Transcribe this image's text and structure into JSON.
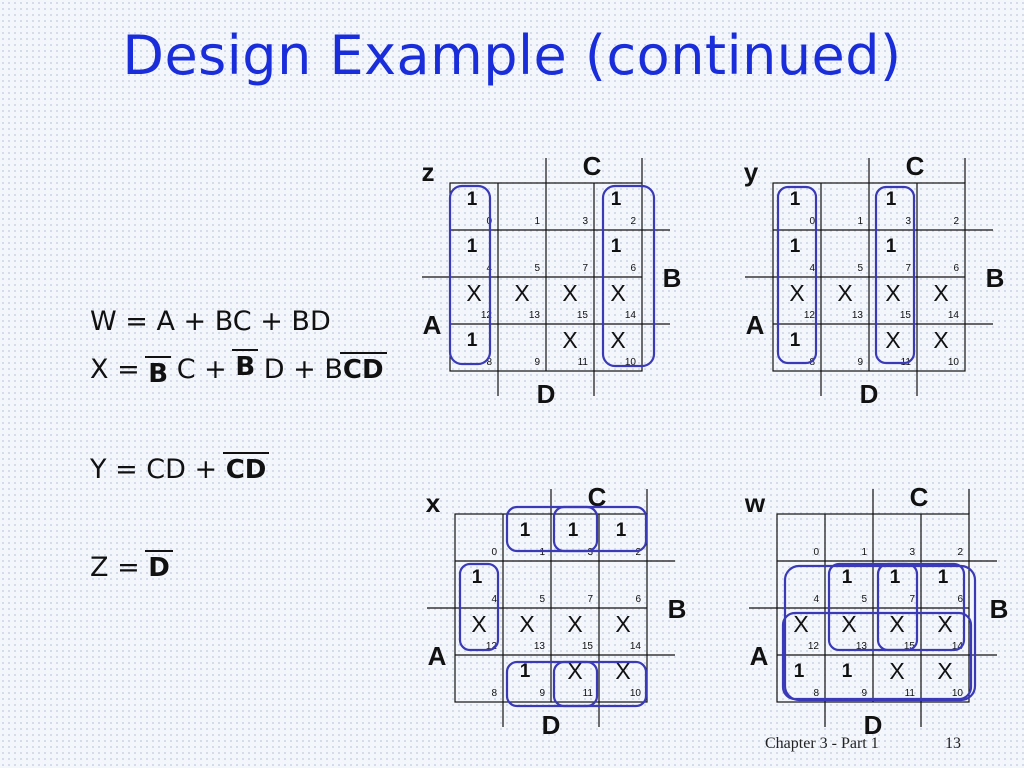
{
  "slide": {
    "title": "Design Example (continued)",
    "footer_chapter": "Chapter 3 - Part 1",
    "footer_page": "13"
  },
  "equations": {
    "w": "W = A + BC + BD",
    "x_prefix": "X = ",
    "x_b1": "B",
    "x_mid1": " C + ",
    "x_b2": "B",
    "x_mid2": " D + B",
    "x_cd": "CD",
    "y_prefix": "Y = CD + ",
    "y_cd": "CD",
    "z_prefix": "Z = ",
    "z_d": "D"
  },
  "kmap_labels": {
    "c": "C",
    "b": "B",
    "a": "A",
    "d": "D"
  },
  "kmaps": [
    {
      "name": "z",
      "cells": [
        {
          "m": 0,
          "v": "1"
        },
        {
          "m": 1,
          "v": ""
        },
        {
          "m": 3,
          "v": ""
        },
        {
          "m": 2,
          "v": "1"
        },
        {
          "m": 4,
          "v": "1"
        },
        {
          "m": 5,
          "v": ""
        },
        {
          "m": 7,
          "v": ""
        },
        {
          "m": 6,
          "v": "1"
        },
        {
          "m": 12,
          "v": "X"
        },
        {
          "m": 13,
          "v": "X"
        },
        {
          "m": 15,
          "v": "X"
        },
        {
          "m": 14,
          "v": "X"
        },
        {
          "m": 8,
          "v": "1"
        },
        {
          "m": 9,
          "v": ""
        },
        {
          "m": 11,
          "v": "X"
        },
        {
          "m": 10,
          "v": "X"
        }
      ]
    },
    {
      "name": "y",
      "cells": [
        {
          "m": 0,
          "v": "1"
        },
        {
          "m": 1,
          "v": ""
        },
        {
          "m": 3,
          "v": "1"
        },
        {
          "m": 2,
          "v": ""
        },
        {
          "m": 4,
          "v": "1"
        },
        {
          "m": 5,
          "v": ""
        },
        {
          "m": 7,
          "v": "1"
        },
        {
          "m": 6,
          "v": ""
        },
        {
          "m": 12,
          "v": "X"
        },
        {
          "m": 13,
          "v": "X"
        },
        {
          "m": 15,
          "v": "X"
        },
        {
          "m": 14,
          "v": "X"
        },
        {
          "m": 8,
          "v": "1"
        },
        {
          "m": 9,
          "v": ""
        },
        {
          "m": 11,
          "v": "X"
        },
        {
          "m": 10,
          "v": "X"
        }
      ]
    },
    {
      "name": "x",
      "cells": [
        {
          "m": 0,
          "v": ""
        },
        {
          "m": 1,
          "v": "1"
        },
        {
          "m": 3,
          "v": "1"
        },
        {
          "m": 2,
          "v": "1"
        },
        {
          "m": 4,
          "v": "1"
        },
        {
          "m": 5,
          "v": ""
        },
        {
          "m": 7,
          "v": ""
        },
        {
          "m": 6,
          "v": ""
        },
        {
          "m": 12,
          "v": "X"
        },
        {
          "m": 13,
          "v": "X"
        },
        {
          "m": 15,
          "v": "X"
        },
        {
          "m": 14,
          "v": "X"
        },
        {
          "m": 8,
          "v": ""
        },
        {
          "m": 9,
          "v": "1"
        },
        {
          "m": 11,
          "v": "X"
        },
        {
          "m": 10,
          "v": "X"
        }
      ]
    },
    {
      "name": "w",
      "cells": [
        {
          "m": 0,
          "v": ""
        },
        {
          "m": 1,
          "v": ""
        },
        {
          "m": 3,
          "v": ""
        },
        {
          "m": 2,
          "v": ""
        },
        {
          "m": 4,
          "v": ""
        },
        {
          "m": 5,
          "v": "1"
        },
        {
          "m": 7,
          "v": "1"
        },
        {
          "m": 6,
          "v": "1"
        },
        {
          "m": 12,
          "v": "X"
        },
        {
          "m": 13,
          "v": "X"
        },
        {
          "m": 15,
          "v": "X"
        },
        {
          "m": 14,
          "v": "X"
        },
        {
          "m": 8,
          "v": "1"
        },
        {
          "m": 9,
          "v": "1"
        },
        {
          "m": 11,
          "v": "X"
        },
        {
          "m": 10,
          "v": "X"
        }
      ]
    }
  ],
  "colors": {
    "title": "#1a2ddb",
    "loop": "#3a3ab8",
    "ink": "#111111"
  }
}
